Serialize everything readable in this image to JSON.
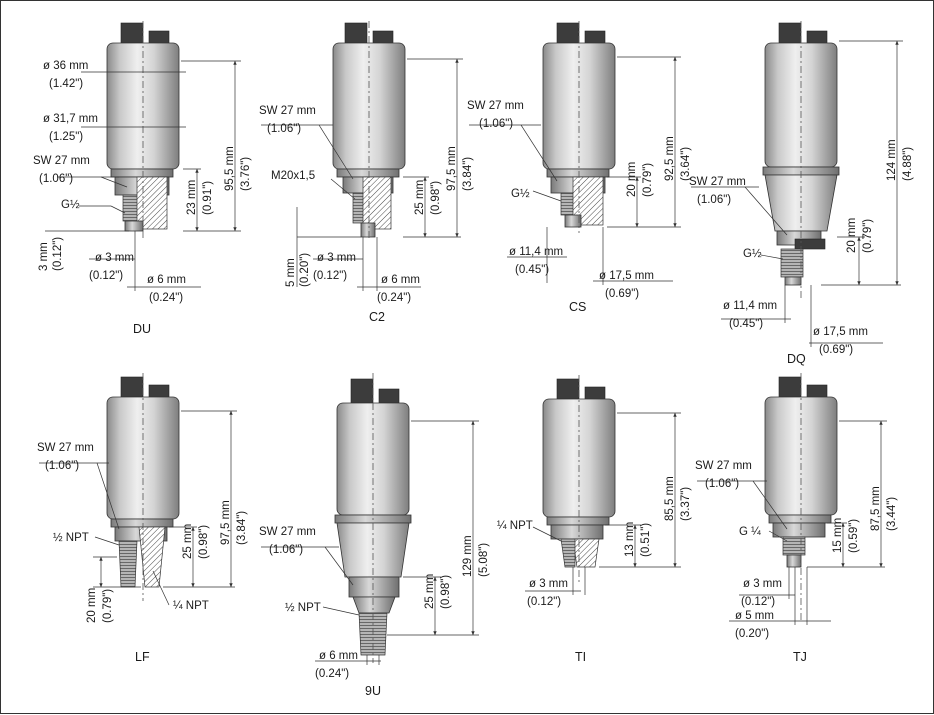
{
  "variants": [
    {
      "id": "du",
      "caption": "DU",
      "labels": [
        "ø 36 mm",
        "(1.42\")",
        "ø 31,7 mm",
        "(1.25\")",
        "SW 27 mm",
        "(1.06\")",
        "G½",
        "3 mm",
        "(0.12\")",
        "ø 3 mm",
        "(0.12\")",
        "ø 6 mm",
        "(0.24\")",
        "23 mm",
        "(0.91\")",
        "95,5 mm",
        "(3.76\")"
      ]
    },
    {
      "id": "c2",
      "caption": "C2",
      "labels": [
        "SW 27 mm",
        "(1.06\")",
        "M20x1,5",
        "5 mm",
        "(0.20\")",
        "ø 3 mm",
        "(0.12\")",
        "ø 6 mm",
        "(0.24\")",
        "25 mm",
        "(0.98\")",
        "97,5 mm",
        "(3.84\")"
      ]
    },
    {
      "id": "cs",
      "caption": "CS",
      "labels": [
        "SW 27 mm",
        "(1.06\")",
        "G½",
        "ø 11,4 mm",
        "(0.45\")",
        "ø 17,5 mm",
        "(0.69\")",
        "20 mm",
        "(0.79\")",
        "92,5 mm",
        "(3.64\")"
      ]
    },
    {
      "id": "dq",
      "caption": "DQ",
      "labels": [
        "SW 27 mm",
        "(1.06\")",
        "G½",
        "ø 11,4 mm",
        "(0.45\")",
        "ø 17,5 mm",
        "(0.69\")",
        "20 mm",
        "(0.79\")",
        "124 mm",
        "(4.88\")"
      ]
    },
    {
      "id": "lf",
      "caption": "LF",
      "labels": [
        "SW 27 mm",
        "(1.06\")",
        "½ NPT",
        "¼ NPT",
        "20 mm",
        "(0.79\")",
        "25 mm",
        "(0.98\")",
        "97,5 mm",
        "(3.84\")"
      ]
    },
    {
      "id": "9u",
      "caption": "9U",
      "labels": [
        "SW 27 mm",
        "(1.06\")",
        "½ NPT",
        "ø 6 mm",
        "(0.24\")",
        "25 mm",
        "(0.98\")",
        "129 mm",
        "(5.08\")"
      ]
    },
    {
      "id": "ti",
      "caption": "TI",
      "labels": [
        "¼ NPT",
        "ø 3 mm",
        "(0.12\")",
        "13 mm",
        "(0.51\")",
        "85,5 mm",
        "(3.37\")"
      ]
    },
    {
      "id": "tj",
      "caption": "TJ",
      "labels": [
        "SW 27 mm",
        "(1.06\")",
        "G ¼",
        "ø 3 mm",
        "(0.12\")",
        "ø 5 mm",
        "(0.20\")",
        "15 mm",
        "(0.59\")",
        "87,5 mm",
        "(3.44\")"
      ]
    }
  ]
}
